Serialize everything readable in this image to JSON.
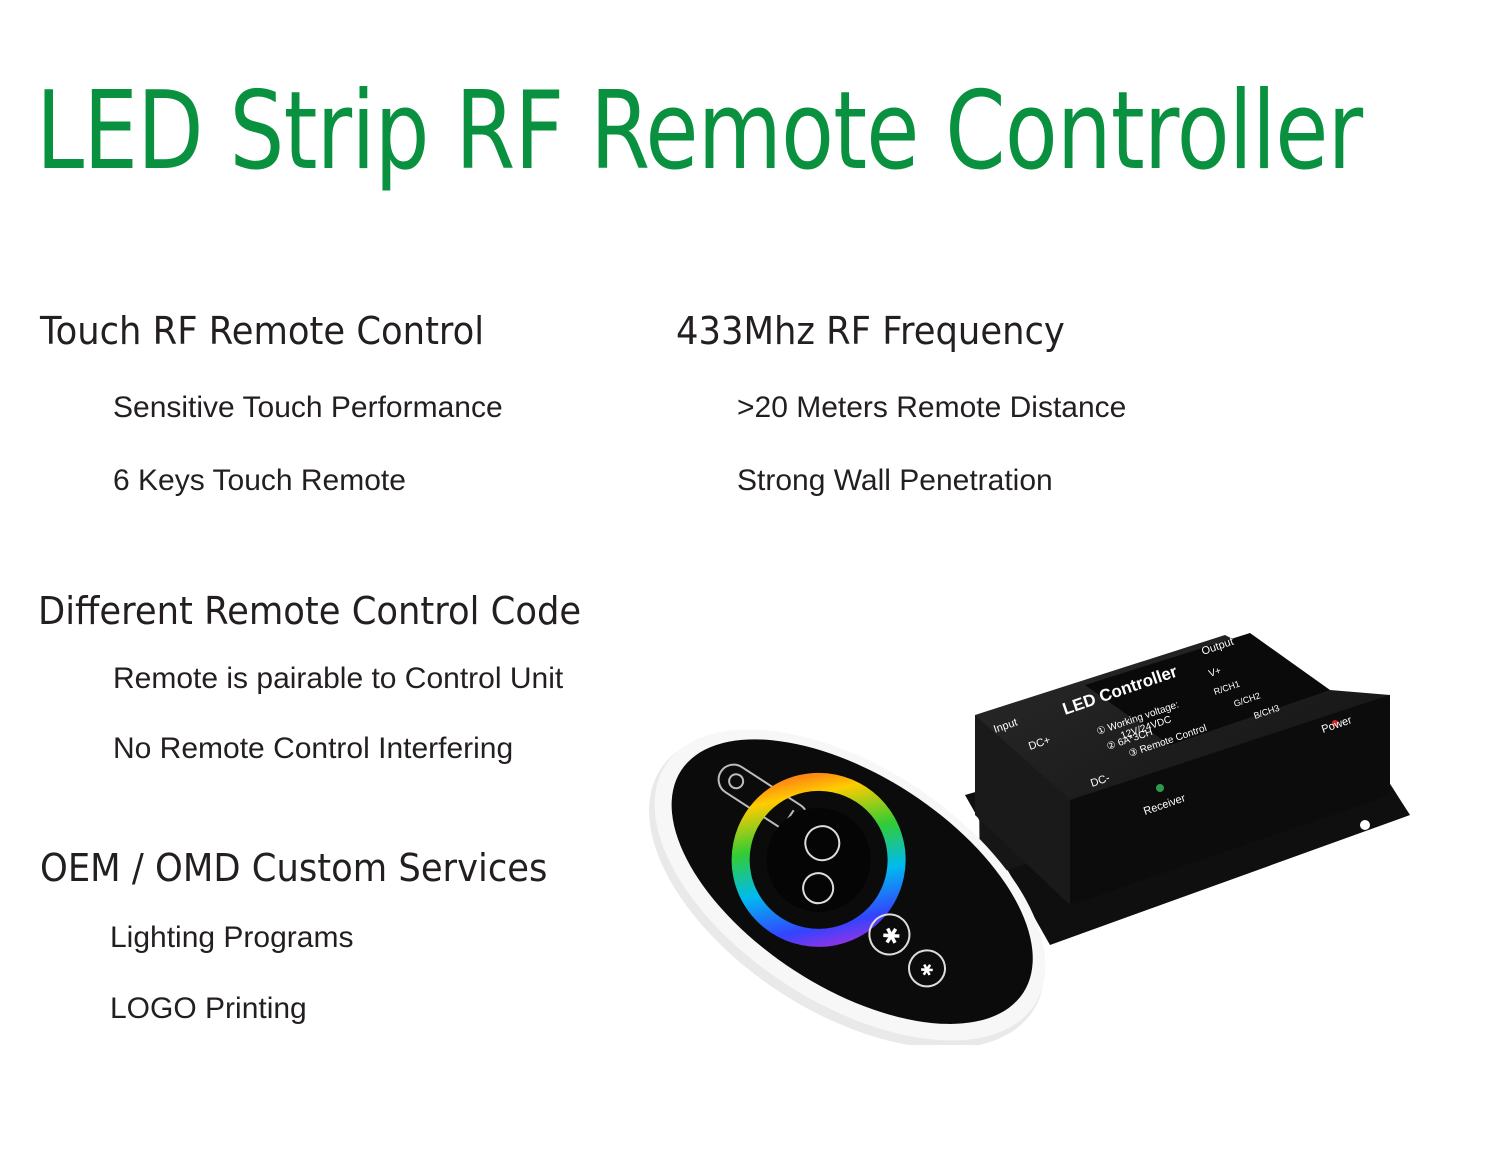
{
  "title": "LED Strip RF Remote Controller",
  "colors": {
    "title": "#0a9140",
    "text": "#231f20",
    "device": "#141414"
  },
  "sections": [
    {
      "heading": "Touch RF Remote Control",
      "items": [
        "Sensitive Touch Performance",
        "6 Keys Touch Remote"
      ]
    },
    {
      "heading": "433Mhz RF Frequency",
      "items": [
        ">20 Meters Remote Distance",
        "Strong Wall Penetration"
      ]
    },
    {
      "heading": "Different Remote Control Code",
      "items": [
        "Remote is pairable to Control Unit",
        "No Remote Control Interfering"
      ]
    },
    {
      "heading": "OEM / OMD  Custom  Services",
      "items": [
        "Lighting Programs",
        "LOGO Printing"
      ]
    }
  ],
  "product": {
    "controller_title": "LED Controller",
    "input_label": "Input",
    "output_label": "Output",
    "dc_plus": "DC+",
    "dc_minus": "DC-",
    "spec_lines": [
      "① Working voltage:",
      "12V/24VDC",
      "② 6A*3CH",
      "③ Remote Control"
    ],
    "channels": [
      "V+",
      "R/CH1",
      "G/CH2",
      "B/CH3"
    ],
    "power_label": "Power",
    "receiver_label": "Receiver"
  }
}
